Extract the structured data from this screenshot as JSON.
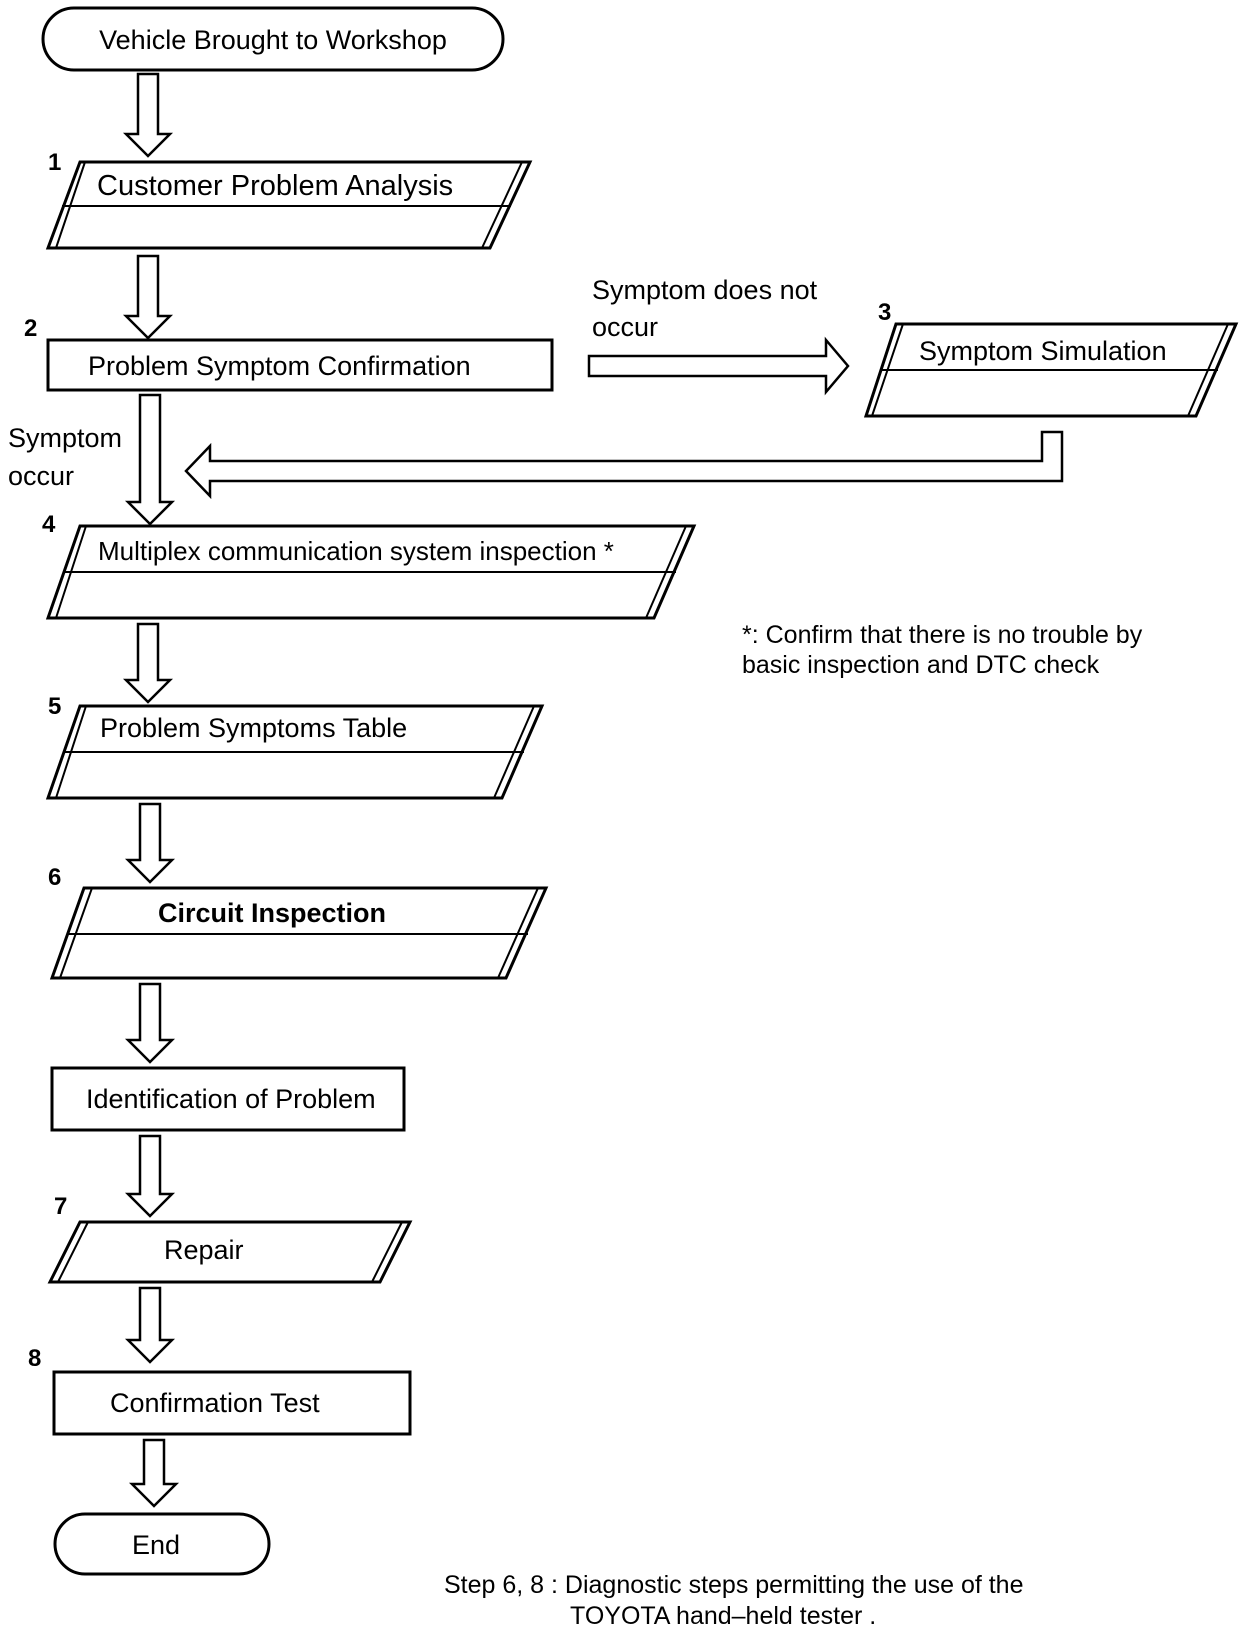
{
  "diagram": {
    "start": "Vehicle Brought to Workshop",
    "end": "End",
    "steps": [
      {
        "number": "1",
        "label": "Customer Problem Analysis"
      },
      {
        "number": "2",
        "label": "Problem Symptom Confirmation"
      },
      {
        "number": "3",
        "label": "Symptom Simulation"
      },
      {
        "number": "4",
        "label": "Multiplex communication system inspection *"
      },
      {
        "number": "5",
        "label": "Problem Symptoms Table"
      },
      {
        "number": "6",
        "label": "Circuit Inspection"
      },
      {
        "number": "",
        "label": "Identification of Problem"
      },
      {
        "number": "7",
        "label": "Repair"
      },
      {
        "number": "8",
        "label": "Confirmation Test"
      }
    ],
    "branch_labels": {
      "not_occur_line1": "Symptom does not",
      "not_occur_line2": "occur",
      "occur_line1": "Symptom",
      "occur_line2": "occur"
    },
    "notes": {
      "asterisk_line1": "*: Confirm that there is no trouble by",
      "asterisk_line2": "basic inspection and DTC check",
      "footer_line1": "Step 6, 8 : Diagnostic steps permitting the use of the",
      "footer_line2": "TOYOTA hand–held tester ."
    }
  }
}
